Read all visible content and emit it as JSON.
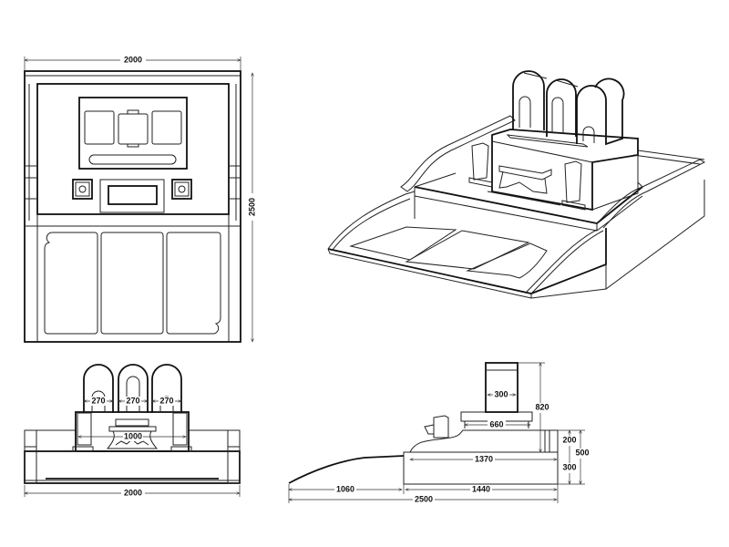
{
  "plan_view": {
    "width_label": "2000",
    "depth_label": "2500"
  },
  "front_view": {
    "stone_width_labels": [
      "270",
      "270",
      "270"
    ],
    "platform_width_label": "1000",
    "total_width_label": "2000"
  },
  "side_view": {
    "stone_depth_label": "300",
    "stone_height_label": "820",
    "platform_depth_label": "660",
    "upper_step_height_label": "200",
    "base_height_label": "300",
    "total_height_label": "500",
    "upper_depth_label": "1370",
    "slope_depth_label": "1060",
    "base_depth_label": "1440",
    "total_depth_label": "2500"
  },
  "colors": {
    "line": "#222222",
    "background": "#ffffff"
  }
}
